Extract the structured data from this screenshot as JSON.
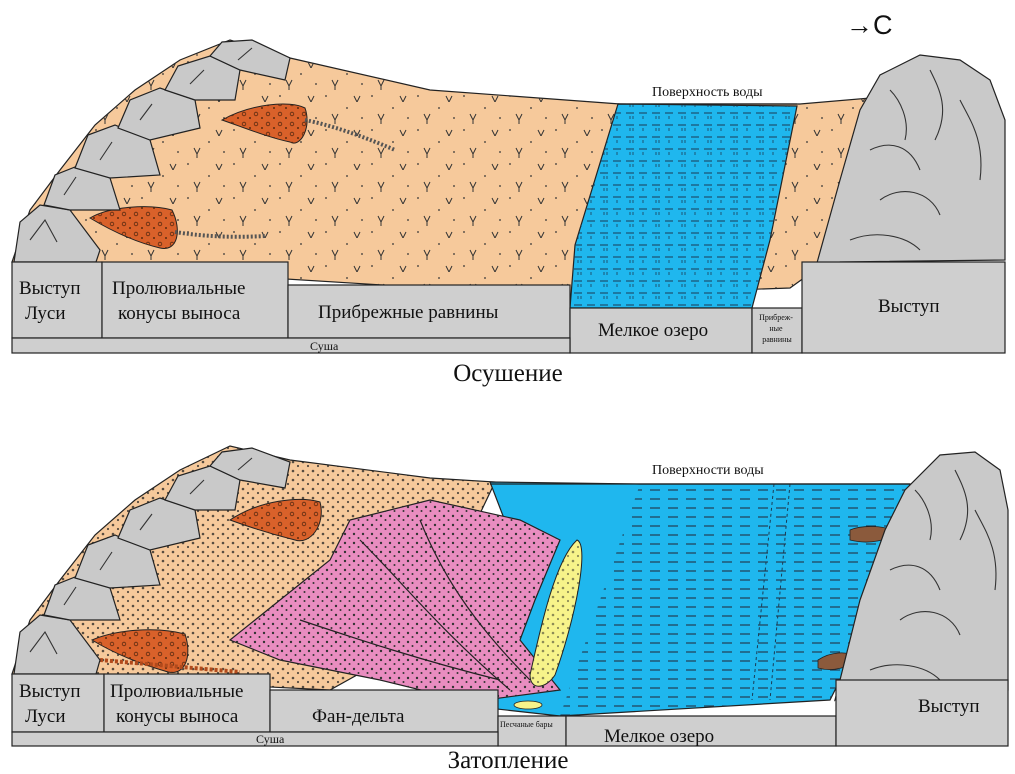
{
  "direction": "→C",
  "colors": {
    "plain": "#f6c99b",
    "lake": "#1fb7ee",
    "fan": "#d9612a",
    "delta": "#e98dc0",
    "sandbar": "#f7f38a",
    "rock": "#c9c9c9"
  },
  "top": {
    "title": "Осушение",
    "water_label": "Поверхность воды",
    "labels": {
      "luxi": [
        "Выступ",
        "Луси"
      ],
      "fans": [
        "Пролювиальные",
        "конусы выноса"
      ],
      "plains": "Прибрежные равнины",
      "lake": "Мелкое озеро",
      "small_plains": [
        "Прибреж-",
        "ные",
        "равнины"
      ],
      "uplift": "Выступ",
      "land": "Суша"
    }
  },
  "bottom": {
    "title": "Затопление",
    "water_label": "Поверхности воды",
    "labels": {
      "luxi": [
        "Выступ",
        "Луси"
      ],
      "fans": [
        "Пролювиальные",
        "конусы выноса"
      ],
      "fandelta": "Фан-дельта",
      "sandbars": "Песчаные бары",
      "lake": "Мелкое озеро",
      "uplift": "Выступ",
      "land": "Суша"
    }
  }
}
